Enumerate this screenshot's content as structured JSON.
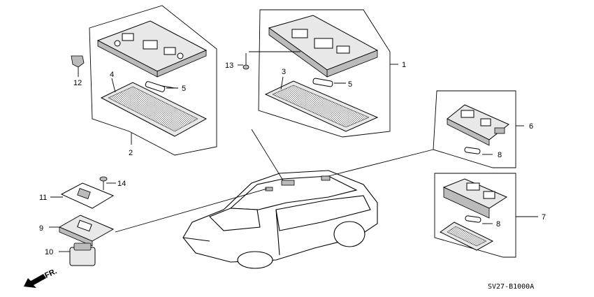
{
  "callouts": {
    "c1": "1",
    "c2": "2",
    "c3": "3",
    "c4": "4",
    "c5a": "5",
    "c5b": "5",
    "c6": "6",
    "c7": "7",
    "c8a": "8",
    "c8b": "8",
    "c9": "9",
    "c10": "10",
    "c11": "11",
    "c12": "12",
    "c13": "13",
    "c14": "14"
  },
  "diagram_code": "SV27-B1000A",
  "direction_label": "FR."
}
